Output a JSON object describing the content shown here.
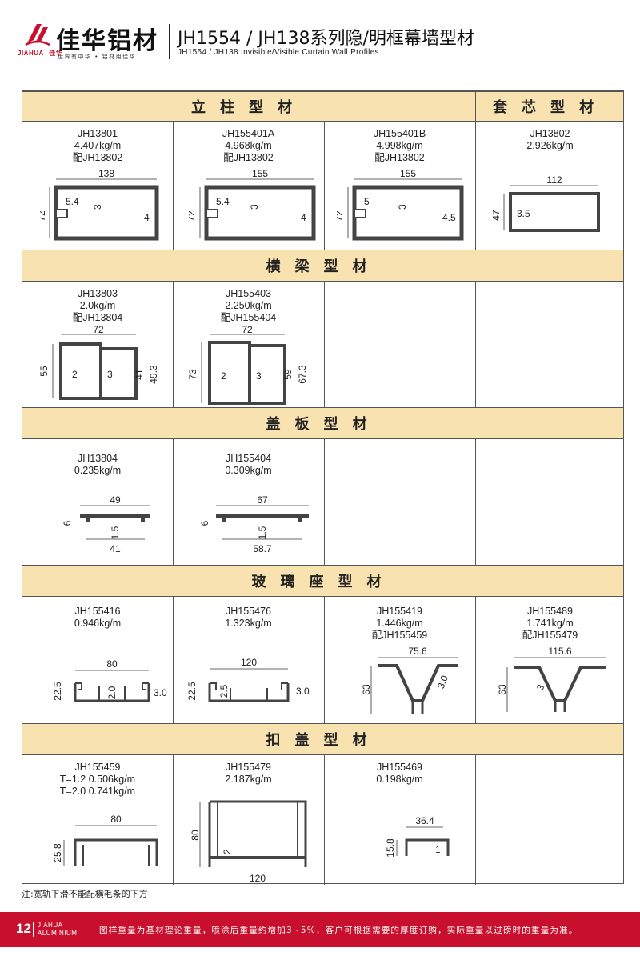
{
  "header": {
    "brand_name": "佳华铝材",
    "brand_latin": "JIAHUA",
    "brand_cn_small": "佳华",
    "slogan": "世界有中华 • 铝材用佳华",
    "title_cn": "JH1554 / JH138系列隐/明框幕墙型材",
    "title_en": "JH1554 / JH138  Invisible/Visible  Curtain  Wall  Profiles"
  },
  "sections": [
    {
      "title": "立柱型材",
      "extra_title": "套芯型材",
      "cells": [
        {
          "lines": [
            "JH13801",
            "4.407kg/m",
            "配JH13802"
          ],
          "dims": [
            "138",
            "72",
            "5.4",
            "3",
            "4"
          ]
        },
        {
          "lines": [
            "JH155401A",
            "4.968kg/m",
            "配JH13802"
          ],
          "dims": [
            "155",
            "72",
            "5.4",
            "3",
            "4"
          ]
        },
        {
          "lines": [
            "JH155401B",
            "4.998kg/m",
            "配JH13802"
          ],
          "dims": [
            "155",
            "72",
            "5",
            "3",
            "4.5"
          ]
        },
        {
          "lines": [
            "JH13802",
            "2.926kg/m"
          ],
          "dims": [
            "112",
            "47",
            "3.5"
          ]
        }
      ]
    },
    {
      "title": "横梁型材",
      "cells": [
        {
          "lines": [
            "JH13803",
            "2.0kg/m",
            "配JH13804"
          ],
          "dims": [
            "72",
            "55",
            "2",
            "3",
            "41",
            "49.3"
          ]
        },
        {
          "lines": [
            "JH155403",
            "2.250kg/m",
            "配JH155404"
          ],
          "dims": [
            "72",
            "73",
            "2",
            "3",
            "59",
            "67.3"
          ]
        }
      ]
    },
    {
      "title": "盖板型材",
      "cells": [
        {
          "lines": [
            "JH13804",
            "0.235kg/m"
          ],
          "dims": [
            "49",
            "6",
            "1.5",
            "41"
          ]
        },
        {
          "lines": [
            "JH155404",
            "0.309kg/m"
          ],
          "dims": [
            "67",
            "6",
            "1.5",
            "58.7"
          ]
        }
      ]
    },
    {
      "title": "玻璃座型材",
      "cells": [
        {
          "lines": [
            "JH155416",
            "0.946kg/m"
          ],
          "dims": [
            "80",
            "22.5",
            "2.0",
            "3.0"
          ]
        },
        {
          "lines": [
            "JH155476",
            "1.323kg/m"
          ],
          "dims": [
            "120",
            "22.5",
            "2.5",
            "3.0"
          ]
        },
        {
          "lines": [
            "JH155419",
            "1.446kg/m",
            "配JH155459"
          ],
          "dims": [
            "75.6",
            "63",
            "3.0"
          ]
        },
        {
          "lines": [
            "JH155489",
            "1.741kg/m",
            "配JH155479"
          ],
          "dims": [
            "115.6",
            "63",
            "3"
          ]
        }
      ]
    },
    {
      "title": "扣盖型材",
      "cells": [
        {
          "lines": [
            "JH155459",
            "T=1.2    0.506kg/m",
            "T=2.0    0.741kg/m"
          ],
          "dims": [
            "80",
            "25.8"
          ]
        },
        {
          "lines": [
            "JH155479",
            "2.187kg/m"
          ],
          "dims": [
            "80",
            "2",
            "120"
          ]
        },
        {
          "lines": [
            "JH155469",
            "0.198kg/m"
          ],
          "dims": [
            "36.4",
            "15.8",
            "1"
          ]
        }
      ]
    }
  ],
  "note": "注:宽轨下滑不能配横毛条的下方",
  "footer": {
    "page_number": "12",
    "brand_line1": "JIAHUA",
    "brand_line2": "ALUMINIUM",
    "text": "图样重量为基材理论重量，喷涂后重量约增加3~5%，客户可根据需要的厚度订购，实际重量以过磅时的重量为准。"
  },
  "colors": {
    "band": "#f8e3b0",
    "brand_red": "#c8102e"
  }
}
